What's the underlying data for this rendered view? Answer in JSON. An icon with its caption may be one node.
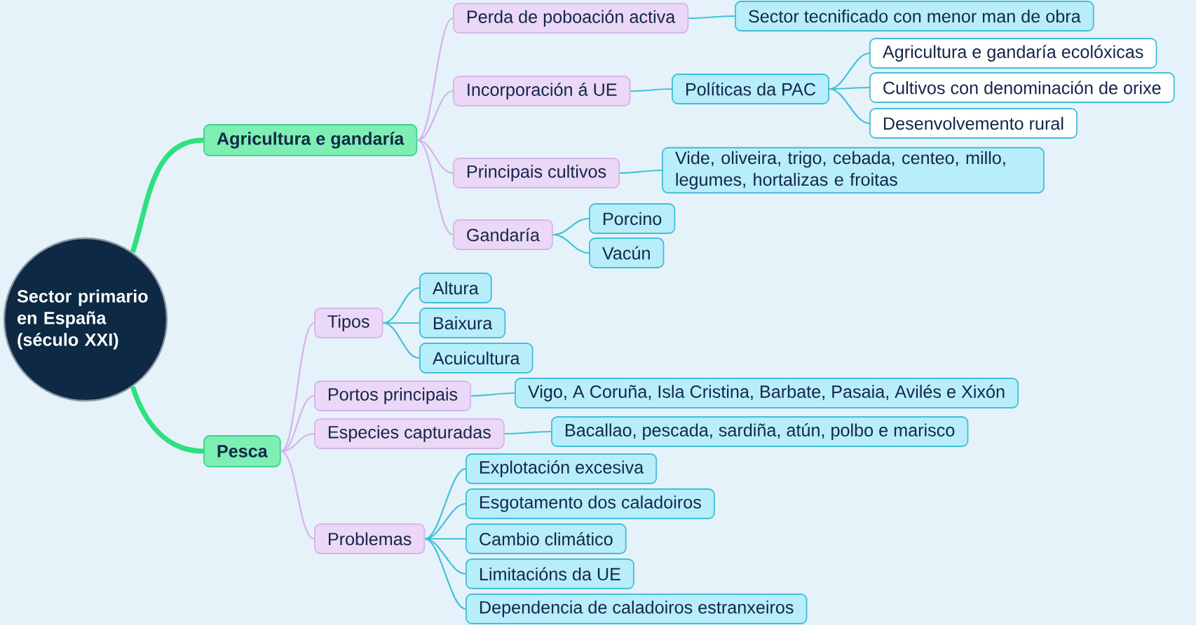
{
  "diagram": {
    "nodes": [
      {
        "text": [
          "Sector primario en España (século XXI)"
        ]
      },
      {
        "text": [
          "Agricultura e gandaría"
        ]
      },
      {
        "text": [
          "Perda de poboación activa"
        ]
      },
      {
        "text": [
          "Sector tecnificado con menor man de obra"
        ]
      },
      {
        "text": [
          "Incorporación á UE"
        ]
      },
      {
        "text": [
          "Políticas da PAC"
        ]
      },
      {
        "text": [
          "Agricultura e gandaría ecolóxicas"
        ]
      },
      {
        "text": [
          "Cultivos con denominación de orixe"
        ]
      },
      {
        "text": [
          "Desenvolvemento rural"
        ]
      },
      {
        "text": [
          "Principais cultivos"
        ]
      },
      {
        "text": [
          "Vide, oliveira, trigo, cebada, centeo, millo, legumes, hortalizas e froitas"
        ]
      },
      {
        "text": [
          "Gandaría"
        ]
      },
      {
        "text": [
          "Porcino"
        ]
      },
      {
        "text": [
          "Vacún"
        ]
      },
      {
        "text": [
          "Pesca"
        ]
      },
      {
        "text": [
          "Tipos"
        ]
      },
      {
        "text": [
          "Altura"
        ]
      },
      {
        "text": [
          "Baixura"
        ]
      },
      {
        "text": [
          "Acuicultura"
        ]
      },
      {
        "text": [
          "Portos principais"
        ]
      },
      {
        "text": [
          "Vigo, A Coruña, Isla Cristina, Barbate, Pasaia, Avilés e Xixón"
        ]
      },
      {
        "text": [
          "Especies capturadas"
        ]
      },
      {
        "text": [
          "Bacallao, pescada, sardiña, atún, polbo e marisco"
        ]
      },
      {
        "text": [
          "Problemas"
        ]
      },
      {
        "text": [
          "Explotación excesiva"
        ]
      },
      {
        "text": [
          "Esgotamento dos caladoiros"
        ]
      },
      {
        "text": [
          "Cambio climático"
        ]
      },
      {
        "text": [
          "Limitacións da UE"
        ]
      },
      {
        "text": [
          "Dependencia de caladoiros estranxeiros"
        ]
      }
    ],
    "edges": [
      {
        "from": 0,
        "to": 1,
        "arrow": "none",
        "style": "thick",
        "color": "#2ee07f"
      },
      {
        "from": 0,
        "to": 14,
        "arrow": "none",
        "style": "thick",
        "color": "#2ee07f"
      },
      {
        "from": 1,
        "to": 2,
        "arrow": "none",
        "color": "#d6b1ea"
      },
      {
        "from": 1,
        "to": 4,
        "arrow": "none",
        "color": "#d6b1ea"
      },
      {
        "from": 1,
        "to": 9,
        "arrow": "none",
        "color": "#d6b1ea"
      },
      {
        "from": 1,
        "to": 11,
        "arrow": "none",
        "color": "#d6b1ea"
      },
      {
        "from": 2,
        "to": 3,
        "arrow": "none"
      },
      {
        "from": 4,
        "to": 5,
        "arrow": "none"
      },
      {
        "from": 5,
        "to": 6,
        "arrow": "none"
      },
      {
        "from": 5,
        "to": 7,
        "arrow": "none"
      },
      {
        "from": 5,
        "to": 8,
        "arrow": "none"
      },
      {
        "from": 9,
        "to": 10,
        "arrow": "none"
      },
      {
        "from": 11,
        "to": 12,
        "arrow": "none"
      },
      {
        "from": 11,
        "to": 13,
        "arrow": "none"
      },
      {
        "from": 14,
        "to": 15,
        "arrow": "none",
        "color": "#d6b1ea"
      },
      {
        "from": 14,
        "to": 19,
        "arrow": "none",
        "color": "#d6b1ea"
      },
      {
        "from": 14,
        "to": 21,
        "arrow": "none",
        "color": "#d6b1ea"
      },
      {
        "from": 14,
        "to": 23,
        "arrow": "none",
        "color": "#d6b1ea"
      },
      {
        "from": 15,
        "to": 16,
        "arrow": "none"
      },
      {
        "from": 15,
        "to": 17,
        "arrow": "none"
      },
      {
        "from": 15,
        "to": 18,
        "arrow": "none"
      },
      {
        "from": 19,
        "to": 20,
        "arrow": "none"
      },
      {
        "from": 21,
        "to": 22,
        "arrow": "none"
      },
      {
        "from": 23,
        "to": 24,
        "arrow": "none"
      },
      {
        "from": 23,
        "to": 25,
        "arrow": "none"
      },
      {
        "from": 23,
        "to": 26,
        "arrow": "none"
      },
      {
        "from": 23,
        "to": 27,
        "arrow": "none"
      },
      {
        "from": 23,
        "to": 28,
        "arrow": "none"
      }
    ]
  }
}
